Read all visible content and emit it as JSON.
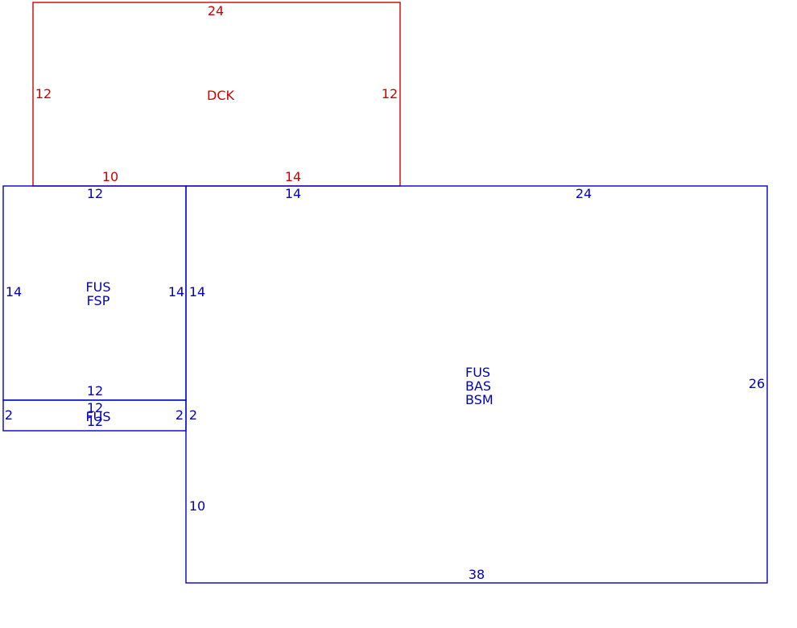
{
  "colors": {
    "deck": "#cc0000",
    "living": "#0000bb"
  },
  "deck": {
    "code": "DCK",
    "dims": {
      "top": "24",
      "left": "12",
      "right": "12",
      "bottom_left": "10",
      "bottom_right": "14"
    }
  },
  "fsp": {
    "codes": [
      "FUS",
      "FSP"
    ],
    "dims": {
      "top": "12",
      "left": "14",
      "right": "14",
      "bottom": "12"
    }
  },
  "strip": {
    "codes": [
      "FUS"
    ],
    "dims": {
      "top": "12",
      "left": "2",
      "right": "2",
      "bottom": "12"
    }
  },
  "main": {
    "codes": [
      "FUS",
      "BAS",
      "BSM"
    ],
    "dims": {
      "top_left": "14",
      "top_right": "24",
      "right": "26",
      "bottom": "38",
      "left_upper": "14",
      "left_mid": "2",
      "left_lower": "10"
    }
  }
}
